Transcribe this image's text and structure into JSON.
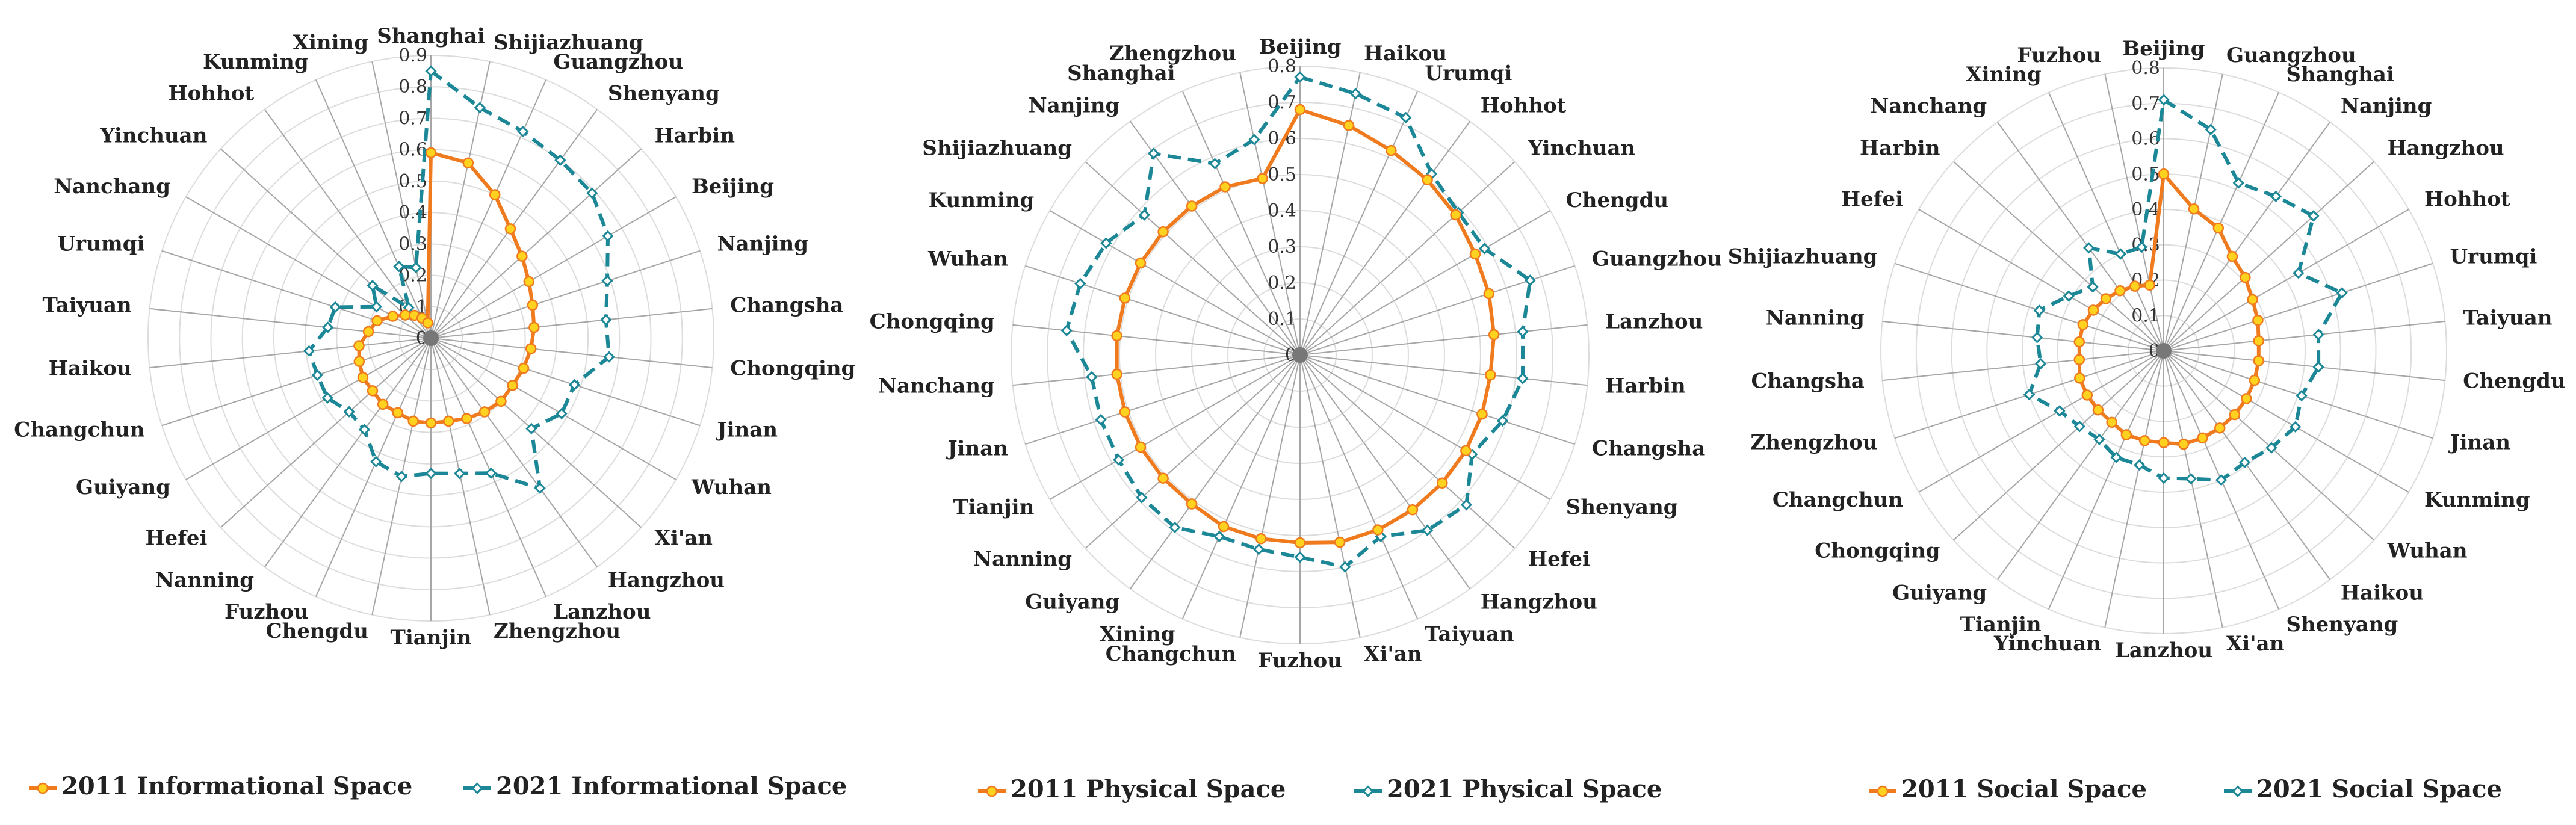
{
  "colors": {
    "series_2011_line": "#f07a1e",
    "series_2011_marker": "#ffd21f",
    "series_2021_line": "#1c8796",
    "series_2021_marker": "#ffffff",
    "grid": "#dcdcdc",
    "spoke": "#a6a6a6",
    "center": "#777777"
  },
  "chart_data": [
    {
      "type": "radar",
      "rlim": [
        0,
        0.9
      ],
      "ticks": [
        "0",
        "0.1",
        "0.2",
        "0.3",
        "0.4",
        "0.5",
        "0.6",
        "0.7",
        "0.8",
        "0.9"
      ],
      "grid": true,
      "legend_position": "bottom",
      "categories": [
        "Shanghai",
        "Shijiazhuang",
        "Guangzhou",
        "Shenyang",
        "Harbin",
        "Beijing",
        "Nanjing",
        "Changsha",
        "Chongqing",
        "Jinan",
        "Wuhan",
        "Xi'an",
        "Hangzhou",
        "Lanzhou",
        "Zhengzhou",
        "Tianjin",
        "Chengdu",
        "Fuzhou",
        "Nanning",
        "Hefei",
        "Guiyang",
        "Changchun",
        "Haikou",
        "Taiyuan",
        "Urumqi",
        "Nanchang",
        "Yinchuan",
        "Hohhot",
        "Kunming",
        "Xining"
      ],
      "series": [
        {
          "name": "2011 Informational Space",
          "values": [
            0.59,
            0.57,
            0.5,
            0.43,
            0.39,
            0.36,
            0.34,
            0.33,
            0.32,
            0.31,
            0.3,
            0.3,
            0.29,
            0.28,
            0.27,
            0.27,
            0.27,
            0.26,
            0.26,
            0.25,
            0.25,
            0.24,
            0.23,
            0.2,
            0.18,
            0.14,
            0.11,
            0.09,
            0.07,
            0.05
          ]
        },
        {
          "name": "2021 Informational Space",
          "values": [
            0.85,
            0.75,
            0.72,
            0.7,
            0.69,
            0.65,
            0.59,
            0.56,
            0.57,
            0.48,
            0.48,
            0.43,
            0.59,
            0.47,
            0.44,
            0.43,
            0.45,
            0.43,
            0.36,
            0.35,
            0.38,
            0.38,
            0.39,
            0.33,
            0.32,
            0.2,
            0.25,
            0.12,
            0.25,
            0.23
          ]
        }
      ]
    },
    {
      "type": "radar",
      "rlim": [
        0,
        0.8
      ],
      "ticks": [
        "0",
        "0.1",
        "0.2",
        "0.3",
        "0.4",
        "0.5",
        "0.6",
        "0.7",
        "0.8"
      ],
      "grid": true,
      "legend_position": "bottom",
      "categories": [
        "Beijing",
        "Haikou",
        "Urumqi",
        "Hohhot",
        "Yinchuan",
        "Chengdu",
        "Guangzhou",
        "Lanzhou",
        "Harbin",
        "Changsha",
        "Shenyang",
        "Hefei",
        "Hangzhou",
        "Taiyuan",
        "Xi'an",
        "Fuzhou",
        "Changchun",
        "Xining",
        "Guiyang",
        "Nanning",
        "Tianjin",
        "Jinan",
        "Nanchang",
        "Chongqing",
        "Wuhan",
        "Kunming",
        "Shijiazhuang",
        "Nanjing",
        "Shanghai",
        "Zhengzhou"
      ],
      "series": [
        {
          "name": "2011 Physical Space",
          "values": [
            0.68,
            0.65,
            0.62,
            0.6,
            0.58,
            0.56,
            0.55,
            0.54,
            0.53,
            0.53,
            0.53,
            0.53,
            0.53,
            0.53,
            0.53,
            0.52,
            0.52,
            0.52,
            0.51,
            0.51,
            0.51,
            0.51,
            0.51,
            0.51,
            0.51,
            0.51,
            0.51,
            0.51,
            0.51,
            0.5
          ]
        },
        {
          "name": "2021 Physical Space",
          "values": [
            0.77,
            0.74,
            0.72,
            0.62,
            0.59,
            0.59,
            0.67,
            0.62,
            0.62,
            0.59,
            0.55,
            0.62,
            0.6,
            0.55,
            0.6,
            0.56,
            0.55,
            0.55,
            0.59,
            0.59,
            0.58,
            0.58,
            0.58,
            0.65,
            0.64,
            0.62,
            0.58,
            0.69,
            0.58,
            0.61
          ]
        }
      ]
    },
    {
      "type": "radar",
      "rlim": [
        0,
        0.8
      ],
      "ticks": [
        "0",
        "0.1",
        "0.2",
        "0.3",
        "0.4",
        "0.5",
        "0.6",
        "0.7",
        "0.8"
      ],
      "grid": true,
      "legend_position": "bottom",
      "categories": [
        "Beijing",
        "Guangzhou",
        "Shanghai",
        "Nanjing",
        "Hangzhou",
        "Hohhot",
        "Urumqi",
        "Taiyuan",
        "Chengdu",
        "Jinan",
        "Kunming",
        "Wuhan",
        "Haikou",
        "Shenyang",
        "Xi'an",
        "Lanzhou",
        "Yinchuan",
        "Tianjin",
        "Guiyang",
        "Chongqing",
        "Changchun",
        "Zhengzhou",
        "Changsha",
        "Nanning",
        "Shijiazhuang",
        "Hefei",
        "Harbin",
        "Nanchang",
        "Xining",
        "Fuzhou"
      ],
      "series": [
        {
          "name": "2011 Social Space",
          "values": [
            0.5,
            0.41,
            0.38,
            0.33,
            0.31,
            0.29,
            0.28,
            0.27,
            0.27,
            0.27,
            0.27,
            0.27,
            0.27,
            0.27,
            0.27,
            0.26,
            0.26,
            0.26,
            0.25,
            0.25,
            0.25,
            0.25,
            0.24,
            0.24,
            0.24,
            0.23,
            0.22,
            0.21,
            0.2,
            0.19
          ]
        },
        {
          "name": "2021 Social Space",
          "values": [
            0.71,
            0.64,
            0.52,
            0.54,
            0.57,
            0.44,
            0.53,
            0.44,
            0.44,
            0.41,
            0.43,
            0.41,
            0.39,
            0.4,
            0.37,
            0.36,
            0.33,
            0.33,
            0.31,
            0.32,
            0.34,
            0.4,
            0.35,
            0.36,
            0.37,
            0.31,
            0.27,
            0.36,
            0.3,
            0.3
          ]
        }
      ]
    }
  ]
}
